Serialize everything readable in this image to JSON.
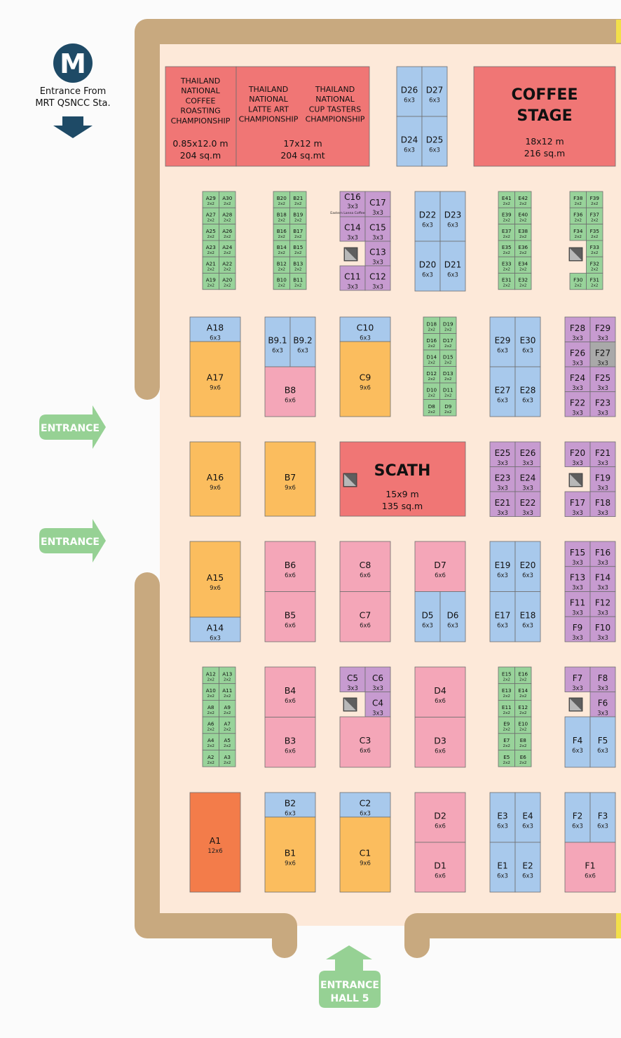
{
  "metro": {
    "logo_letter": "M",
    "line1": "Entrance From",
    "line2": "MRT QSNCC Sta."
  },
  "entrances": {
    "west_1": "ENTRANCE",
    "west_2": "ENTRANCE",
    "south_line1": "ENTRANCE",
    "south_line2": "HALL 5"
  },
  "colors": {
    "floor": "#fde9d9",
    "wall": "#c8a97f",
    "green": "#98d39a",
    "purple": "#c79bd0",
    "blue": "#a8c9ec",
    "yellow": "#fbbd5e",
    "pink": "#f4a6b8",
    "red": "#f07675",
    "orange": "#f37c4a",
    "gray": "#a9a9a9",
    "entrance": "#96d194",
    "metro": "#1e4a66",
    "accent_yellow": "#f2df4a"
  },
  "features": {
    "championships": {
      "col1": [
        "THAILAND",
        "NATIONAL",
        "COFFEE",
        "ROASTING",
        "CHAMPIONSHIP"
      ],
      "col2": [
        "THAILAND",
        "NATIONAL",
        "LATTE ART",
        "CHAMPIONSHIP"
      ],
      "col3": [
        "THAILAND",
        "NATIONAL",
        "CUP TASTERS",
        "CHAMPIONSHIP"
      ],
      "size_left": [
        "0.85x12.0 m",
        "204 sq.m"
      ],
      "size_right": [
        "17x12 m",
        "204 sq.mt"
      ]
    },
    "coffee_stage": {
      "title": [
        "COFFEE",
        "STAGE"
      ],
      "size": [
        "18x12 m",
        "216 sq.m"
      ]
    },
    "scath": {
      "title": "SCATH",
      "size": [
        "15x9 m",
        "135 sq.m"
      ]
    }
  },
  "booths": [
    {
      "id": "D26",
      "size": "6x3",
      "color": "blue"
    },
    {
      "id": "D27",
      "size": "6x3",
      "color": "blue"
    },
    {
      "id": "D24",
      "size": "6x3",
      "color": "blue"
    },
    {
      "id": "D25",
      "size": "6x3",
      "color": "blue"
    },
    {
      "id": "A29",
      "size": "2x2",
      "color": "green"
    },
    {
      "id": "A30",
      "size": "2x2",
      "color": "green"
    },
    {
      "id": "A27",
      "size": "2x2",
      "color": "green"
    },
    {
      "id": "A28",
      "size": "2x2",
      "color": "green"
    },
    {
      "id": "A25",
      "size": "2x2",
      "color": "green"
    },
    {
      "id": "A26",
      "size": "2x2",
      "color": "green"
    },
    {
      "id": "A23",
      "size": "2x2",
      "color": "green"
    },
    {
      "id": "A24",
      "size": "2x2",
      "color": "green"
    },
    {
      "id": "A21",
      "size": "2x2",
      "color": "green"
    },
    {
      "id": "A22",
      "size": "2x2",
      "color": "green"
    },
    {
      "id": "A19",
      "size": "2x2",
      "color": "green"
    },
    {
      "id": "A20",
      "size": "2x2",
      "color": "green"
    },
    {
      "id": "B20",
      "size": "2x2",
      "color": "green"
    },
    {
      "id": "B21",
      "size": "2x2",
      "color": "green"
    },
    {
      "id": "B18",
      "size": "2x2",
      "color": "green"
    },
    {
      "id": "B19",
      "size": "2x2",
      "color": "green"
    },
    {
      "id": "B16",
      "size": "2x2",
      "color": "green"
    },
    {
      "id": "B17",
      "size": "2x2",
      "color": "green"
    },
    {
      "id": "B14",
      "size": "2x2",
      "color": "green"
    },
    {
      "id": "B15",
      "size": "2x2",
      "color": "green"
    },
    {
      "id": "B12",
      "size": "2x2",
      "color": "green"
    },
    {
      "id": "B13",
      "size": "2x2",
      "color": "green"
    },
    {
      "id": "B10",
      "size": "2x2",
      "color": "green"
    },
    {
      "id": "B11",
      "size": "2x2",
      "color": "green"
    },
    {
      "id": "C16",
      "size": "3x3",
      "color": "purple",
      "note": "Eastern Lanna Coffee & Tea"
    },
    {
      "id": "C17",
      "size": "3x3",
      "color": "purple"
    },
    {
      "id": "C14",
      "size": "3x3",
      "color": "purple"
    },
    {
      "id": "C15",
      "size": "3x3",
      "color": "purple"
    },
    {
      "id": "C13",
      "size": "3x3",
      "color": "purple"
    },
    {
      "id": "C11",
      "size": "3x3",
      "color": "purple"
    },
    {
      "id": "C12",
      "size": "3x3",
      "color": "purple"
    },
    {
      "id": "D22",
      "size": "6x3",
      "color": "blue"
    },
    {
      "id": "D23",
      "size": "6x3",
      "color": "blue"
    },
    {
      "id": "D20",
      "size": "6x3",
      "color": "blue"
    },
    {
      "id": "D21",
      "size": "6x3",
      "color": "blue"
    },
    {
      "id": "E41",
      "size": "2x2",
      "color": "green"
    },
    {
      "id": "E42",
      "size": "2x2",
      "color": "green"
    },
    {
      "id": "E39",
      "size": "2x2",
      "color": "green"
    },
    {
      "id": "E40",
      "size": "2x2",
      "color": "green"
    },
    {
      "id": "E37",
      "size": "2x2",
      "color": "green"
    },
    {
      "id": "E38",
      "size": "2x2",
      "color": "green"
    },
    {
      "id": "E35",
      "size": "2x2",
      "color": "green"
    },
    {
      "id": "E36",
      "size": "2x2",
      "color": "green"
    },
    {
      "id": "E33",
      "size": "2x2",
      "color": "green"
    },
    {
      "id": "E34",
      "size": "2x2",
      "color": "green"
    },
    {
      "id": "E31",
      "size": "2x2",
      "color": "green"
    },
    {
      "id": "E32",
      "size": "2x2",
      "color": "green"
    },
    {
      "id": "F38",
      "size": "2x2",
      "color": "green"
    },
    {
      "id": "F39",
      "size": "2x2",
      "color": "green"
    },
    {
      "id": "F36",
      "size": "2x2",
      "color": "green"
    },
    {
      "id": "F37",
      "size": "2x2",
      "color": "green"
    },
    {
      "id": "F34",
      "size": "2x2",
      "color": "green"
    },
    {
      "id": "F35",
      "size": "2x2",
      "color": "green"
    },
    {
      "id": "F33",
      "size": "2x2",
      "color": "green"
    },
    {
      "id": "F32",
      "size": "2x2",
      "color": "green"
    },
    {
      "id": "F30",
      "size": "2x2",
      "color": "green"
    },
    {
      "id": "F31",
      "size": "2x2",
      "color": "green"
    },
    {
      "id": "A18",
      "size": "6x3",
      "color": "blue"
    },
    {
      "id": "A17",
      "size": "9x6",
      "color": "yellow"
    },
    {
      "id": "B9.1",
      "size": "6x3",
      "color": "blue"
    },
    {
      "id": "B9.2",
      "size": "6x3",
      "color": "blue"
    },
    {
      "id": "B8",
      "size": "6x6",
      "color": "pink"
    },
    {
      "id": "C10",
      "size": "6x3",
      "color": "blue"
    },
    {
      "id": "C9",
      "size": "9x6",
      "color": "yellow"
    },
    {
      "id": "D18",
      "size": "2x2",
      "color": "green"
    },
    {
      "id": "D19",
      "size": "2x2",
      "color": "green"
    },
    {
      "id": "D16",
      "size": "2x2",
      "color": "green"
    },
    {
      "id": "D17",
      "size": "2x2",
      "color": "green"
    },
    {
      "id": "D14",
      "size": "2x2",
      "color": "green"
    },
    {
      "id": "D15",
      "size": "2x2",
      "color": "green"
    },
    {
      "id": "D12",
      "size": "2x2",
      "color": "green"
    },
    {
      "id": "D13",
      "size": "2x2",
      "color": "green"
    },
    {
      "id": "D10",
      "size": "2x2",
      "color": "green"
    },
    {
      "id": "D11",
      "size": "2x2",
      "color": "green"
    },
    {
      "id": "D8",
      "size": "2x2",
      "color": "green"
    },
    {
      "id": "D9",
      "size": "2x2",
      "color": "green"
    },
    {
      "id": "E29",
      "size": "6x3",
      "color": "blue"
    },
    {
      "id": "E30",
      "size": "6x3",
      "color": "blue"
    },
    {
      "id": "E27",
      "size": "6x3",
      "color": "blue"
    },
    {
      "id": "E28",
      "size": "6x3",
      "color": "blue"
    },
    {
      "id": "F28",
      "size": "3x3",
      "color": "purple"
    },
    {
      "id": "F29",
      "size": "3x3",
      "color": "purple"
    },
    {
      "id": "F26",
      "size": "3x3",
      "color": "purple"
    },
    {
      "id": "F27",
      "size": "3x3",
      "color": "gray"
    },
    {
      "id": "F24",
      "size": "3x3",
      "color": "purple"
    },
    {
      "id": "F25",
      "size": "3x3",
      "color": "purple"
    },
    {
      "id": "F22",
      "size": "3x3",
      "color": "purple"
    },
    {
      "id": "F23",
      "size": "3x3",
      "color": "purple"
    },
    {
      "id": "A16",
      "size": "9x6",
      "color": "yellow"
    },
    {
      "id": "B7",
      "size": "9x6",
      "color": "yellow"
    },
    {
      "id": "E25",
      "size": "3x3",
      "color": "purple"
    },
    {
      "id": "E26",
      "size": "3x3",
      "color": "purple"
    },
    {
      "id": "E23",
      "size": "3x3",
      "color": "purple"
    },
    {
      "id": "E24",
      "size": "3x3",
      "color": "purple"
    },
    {
      "id": "E21",
      "size": "3x3",
      "color": "purple"
    },
    {
      "id": "E22",
      "size": "3x3",
      "color": "purple"
    },
    {
      "id": "F20",
      "size": "3x3",
      "color": "purple"
    },
    {
      "id": "F21",
      "size": "3x3",
      "color": "purple"
    },
    {
      "id": "F19",
      "size": "3x3",
      "color": "purple"
    },
    {
      "id": "F17",
      "size": "3x3",
      "color": "purple"
    },
    {
      "id": "F18",
      "size": "3x3",
      "color": "purple"
    },
    {
      "id": "A15",
      "size": "9x6",
      "color": "yellow"
    },
    {
      "id": "A14",
      "size": "6x3",
      "color": "blue"
    },
    {
      "id": "B6",
      "size": "6x6",
      "color": "pink"
    },
    {
      "id": "B5",
      "size": "6x6",
      "color": "pink"
    },
    {
      "id": "C8",
      "size": "6x6",
      "color": "pink"
    },
    {
      "id": "C7",
      "size": "6x6",
      "color": "pink"
    },
    {
      "id": "D7",
      "size": "6x6",
      "color": "pink"
    },
    {
      "id": "D5",
      "size": "6x3",
      "color": "blue"
    },
    {
      "id": "D6",
      "size": "6x3",
      "color": "blue"
    },
    {
      "id": "E19",
      "size": "6x3",
      "color": "blue"
    },
    {
      "id": "E20",
      "size": "6x3",
      "color": "blue"
    },
    {
      "id": "E17",
      "size": "6x3",
      "color": "blue"
    },
    {
      "id": "E18",
      "size": "6x3",
      "color": "blue"
    },
    {
      "id": "F15",
      "size": "3x3",
      "color": "purple"
    },
    {
      "id": "F16",
      "size": "3x3",
      "color": "purple"
    },
    {
      "id": "F13",
      "size": "3x3",
      "color": "purple"
    },
    {
      "id": "F14",
      "size": "3x3",
      "color": "purple"
    },
    {
      "id": "F11",
      "size": "3x3",
      "color": "purple"
    },
    {
      "id": "F12",
      "size": "3x3",
      "color": "purple"
    },
    {
      "id": "F9",
      "size": "3x3",
      "color": "purple"
    },
    {
      "id": "F10",
      "size": "3x3",
      "color": "purple"
    },
    {
      "id": "A12",
      "size": "2x2",
      "color": "green"
    },
    {
      "id": "A13",
      "size": "2x2",
      "color": "green"
    },
    {
      "id": "A10",
      "size": "2x2",
      "color": "green"
    },
    {
      "id": "A11",
      "size": "2x2",
      "color": "green"
    },
    {
      "id": "A8",
      "size": "2x2",
      "color": "green"
    },
    {
      "id": "A9",
      "size": "2x2",
      "color": "green"
    },
    {
      "id": "A6",
      "size": "2x2",
      "color": "green"
    },
    {
      "id": "A7",
      "size": "2x2",
      "color": "green"
    },
    {
      "id": "A4",
      "size": "2x2",
      "color": "green"
    },
    {
      "id": "A5",
      "size": "2x2",
      "color": "green"
    },
    {
      "id": "A2",
      "size": "2x2",
      "color": "green"
    },
    {
      "id": "A3",
      "size": "2x2",
      "color": "green"
    },
    {
      "id": "B4",
      "size": "6x6",
      "color": "pink"
    },
    {
      "id": "B3",
      "size": "6x6",
      "color": "pink"
    },
    {
      "id": "C5",
      "size": "3x3",
      "color": "purple"
    },
    {
      "id": "C6",
      "size": "3x3",
      "color": "purple"
    },
    {
      "id": "C4",
      "size": "3x3",
      "color": "purple"
    },
    {
      "id": "C3",
      "size": "6x6",
      "color": "pink"
    },
    {
      "id": "D4",
      "size": "6x6",
      "color": "pink"
    },
    {
      "id": "D3",
      "size": "6x6",
      "color": "pink"
    },
    {
      "id": "E15",
      "size": "2x2",
      "color": "green"
    },
    {
      "id": "E16",
      "size": "2x2",
      "color": "green"
    },
    {
      "id": "E13",
      "size": "2x2",
      "color": "green"
    },
    {
      "id": "E14",
      "size": "2x2",
      "color": "green"
    },
    {
      "id": "E11",
      "size": "2x2",
      "color": "green"
    },
    {
      "id": "E12",
      "size": "2x2",
      "color": "green"
    },
    {
      "id": "E9",
      "size": "2x2",
      "color": "green"
    },
    {
      "id": "E10",
      "size": "2x2",
      "color": "green"
    },
    {
      "id": "E7",
      "size": "2x2",
      "color": "green"
    },
    {
      "id": "E8",
      "size": "2x2",
      "color": "green"
    },
    {
      "id": "E5",
      "size": "2x2",
      "color": "green"
    },
    {
      "id": "E6",
      "size": "2x2",
      "color": "green"
    },
    {
      "id": "F7",
      "size": "3x3",
      "color": "purple"
    },
    {
      "id": "F8",
      "size": "3x3",
      "color": "purple"
    },
    {
      "id": "F6",
      "size": "3x3",
      "color": "purple"
    },
    {
      "id": "F4",
      "size": "6x3",
      "color": "blue"
    },
    {
      "id": "F5",
      "size": "6x3",
      "color": "blue"
    },
    {
      "id": "A1",
      "size": "12x6",
      "color": "orange"
    },
    {
      "id": "B2",
      "size": "6x3",
      "color": "blue"
    },
    {
      "id": "B1",
      "size": "9x6",
      "color": "yellow"
    },
    {
      "id": "C2",
      "size": "6x3",
      "color": "blue"
    },
    {
      "id": "C1",
      "size": "9x6",
      "color": "yellow"
    },
    {
      "id": "D2",
      "size": "6x6",
      "color": "pink"
    },
    {
      "id": "D1",
      "size": "6x6",
      "color": "pink"
    },
    {
      "id": "E3",
      "size": "6x3",
      "color": "blue"
    },
    {
      "id": "E4",
      "size": "6x3",
      "color": "blue"
    },
    {
      "id": "E1",
      "size": "6x3",
      "color": "blue"
    },
    {
      "id": "E2",
      "size": "6x3",
      "color": "blue"
    },
    {
      "id": "F2",
      "size": "6x3",
      "color": "blue"
    },
    {
      "id": "F3",
      "size": "6x3",
      "color": "blue"
    },
    {
      "id": "F1",
      "size": "6x6",
      "color": "pink"
    }
  ]
}
